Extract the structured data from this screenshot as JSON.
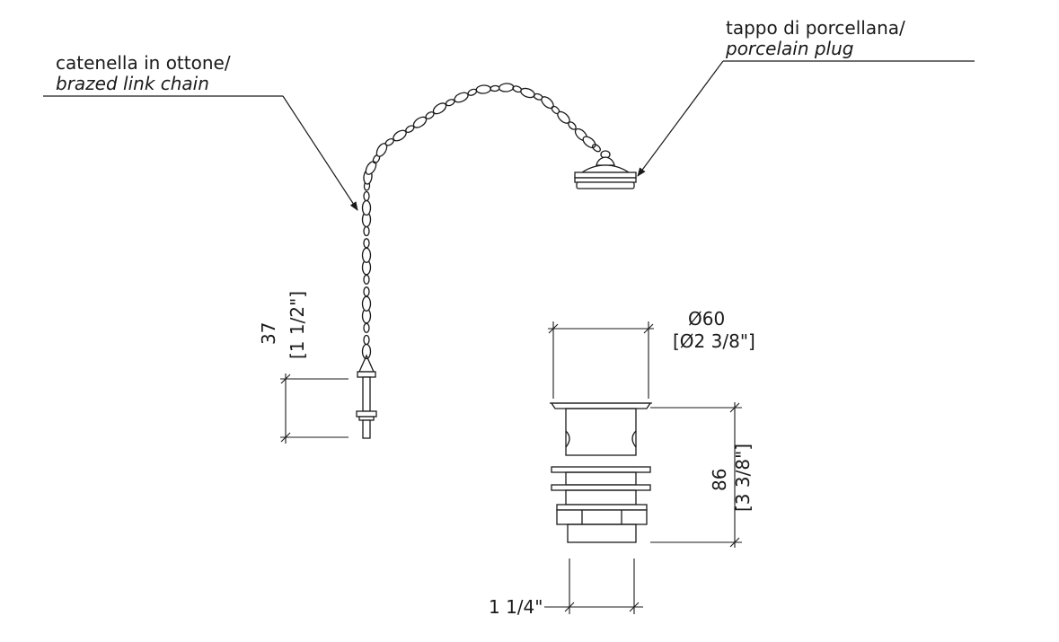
{
  "labels": {
    "chain_it": "catenella in ottone/",
    "chain_en": "brazed link chain",
    "plug_it": "tappo di porcellana/",
    "plug_en": "porcelain plug"
  },
  "dimensions": {
    "diameter_mm": "Ø60",
    "diameter_in": "[Ø2 3/8\"]",
    "height_mm": "86",
    "height_in": "[3 3/8\"]",
    "pin_mm": "37",
    "pin_in": "[1 1/2\"]",
    "thread": "1 1/4\""
  },
  "colors": {
    "line": "#1a1a1a"
  }
}
